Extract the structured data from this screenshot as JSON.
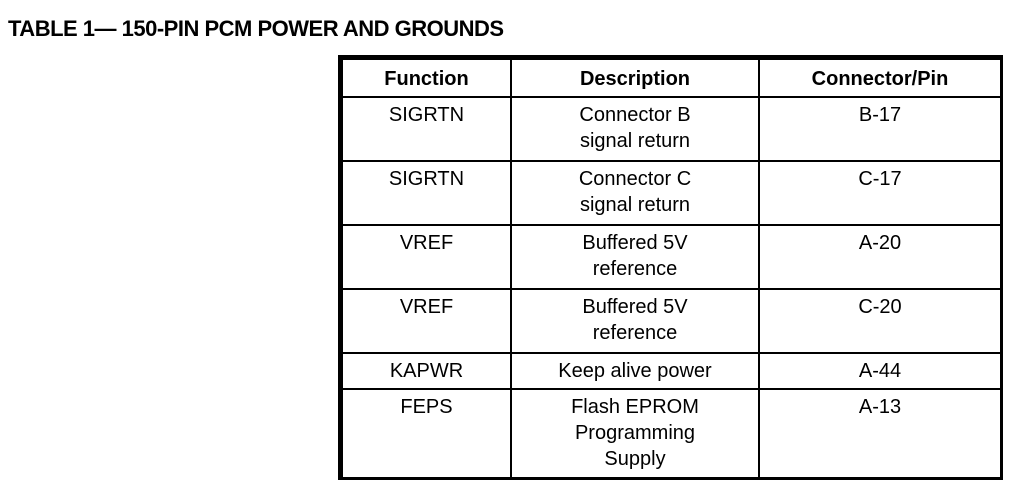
{
  "title": "TABLE 1— 150-PIN PCM POWER AND GROUNDS",
  "table": {
    "headers": [
      "Function",
      "Description",
      "Connector/Pin"
    ],
    "rows": [
      {
        "function": "SIGRTN",
        "description": [
          "Connector B",
          "signal return"
        ],
        "pin": "B-17"
      },
      {
        "function": "SIGRTN",
        "description": [
          "Connector C",
          "signal return"
        ],
        "pin": "C-17"
      },
      {
        "function": "VREF",
        "description": [
          "Buffered 5V",
          "reference"
        ],
        "pin": "A-20"
      },
      {
        "function": "VREF",
        "description": [
          "Buffered 5V",
          "reference"
        ],
        "pin": "C-20"
      },
      {
        "function": "KAPWR",
        "description": [
          "Keep alive power"
        ],
        "pin": "A-44"
      },
      {
        "function": "FEPS",
        "description": [
          "Flash EPROM",
          "Programming",
          "Supply"
        ],
        "pin": "A-13"
      }
    ]
  }
}
